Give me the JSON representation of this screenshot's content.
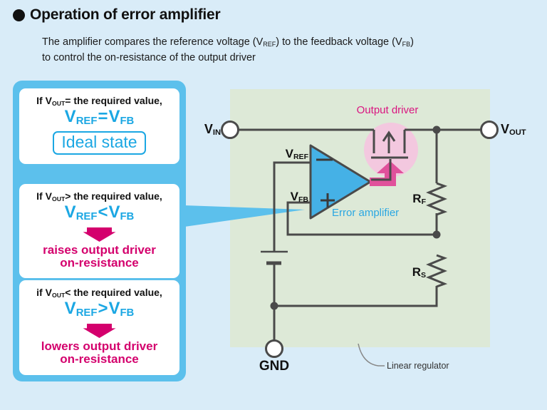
{
  "title": {
    "bullet": "●",
    "text": "Operation of error amplifier"
  },
  "subtitle": {
    "line1_pre": "The amplifier compares the reference voltage (V",
    "line1_sub1": "REF",
    "line1_mid": ") to the feedback voltage (V",
    "line1_sub2": "FB",
    "line1_end": ")",
    "line2": "to control the on-resistance of the output driver"
  },
  "panel": {
    "boxes": [
      {
        "cond_if": "If V",
        "cond_sub": "OUT",
        "cond_rest": "= the required value,",
        "f_v1": "V",
        "f_sub1": "REF",
        "f_op": "=",
        "f_v2": "V",
        "f_sub2": "FB",
        "ideal_label": "Ideal state"
      },
      {
        "cond_if": "If V",
        "cond_sub": "OUT",
        "cond_rest": "> the required value,",
        "f_v1": "V",
        "f_sub1": "REF",
        "f_op": "<",
        "f_v2": "V",
        "f_sub2": "FB",
        "result_line1": "raises output driver",
        "result_line2": "on-resistance"
      },
      {
        "cond_if": "if V",
        "cond_sub": "OUT",
        "cond_rest": "< the required value,",
        "f_v1": "V",
        "f_sub1": "REF",
        "f_op": ">",
        "f_v2": "V",
        "f_sub2": "FB",
        "result_line1": "lowers output driver",
        "result_line2": "on-resistance"
      }
    ]
  },
  "circuit": {
    "labels": {
      "vin": {
        "main": "V",
        "sub": "IN"
      },
      "vout": {
        "main": "V",
        "sub": "OUT"
      },
      "vref": {
        "main": "V",
        "sub": "REF"
      },
      "vfb": {
        "main": "V",
        "sub": "FB"
      },
      "rf": {
        "main": "R",
        "sub": "F"
      },
      "rs": {
        "main": "R",
        "sub": "S"
      },
      "gnd": "GND",
      "output_driver": "Output driver",
      "error_amplifier": "Error amplifier",
      "linear_regulator": "Linear regulator"
    }
  },
  "colors": {
    "page_bg": "#d9ecf8",
    "panel_blue": "#5cc0ec",
    "formula_blue": "#1ba7e3",
    "amp_label_blue": "#2aa7e2",
    "deep_magenta": "#d4006d",
    "arrow_magenta": "#e0519b",
    "output_driver_magenta": "#da1580",
    "circuit_green": "#dde9d7",
    "pink_halo": "#f3c8df",
    "wire_gray": "#4a4a4a",
    "amp_fill": "#45b1e6"
  }
}
